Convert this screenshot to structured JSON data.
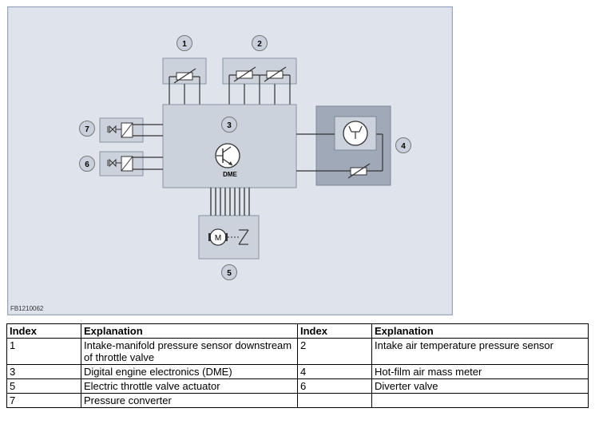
{
  "figure_code": "FB1210062",
  "control_unit_label": "DME",
  "motor_label": "M",
  "callouts": [
    "1",
    "2",
    "3",
    "4",
    "5",
    "6",
    "7"
  ],
  "table": {
    "headers": [
      "Index",
      "Explanation",
      "Index",
      "Explanation"
    ],
    "rows": [
      [
        "1",
        "Intake-manifold pressure sensor downstream of throttle valve",
        "2",
        "Intake air temperature pressure sensor"
      ],
      [
        "3",
        "Digital engine electronics (DME)",
        "4",
        "Hot-film air mass meter"
      ],
      [
        "5",
        "Electric throttle valve actuator",
        "6",
        "Diverter valve"
      ],
      [
        "7",
        "Pressure converter",
        "",
        ""
      ]
    ]
  }
}
